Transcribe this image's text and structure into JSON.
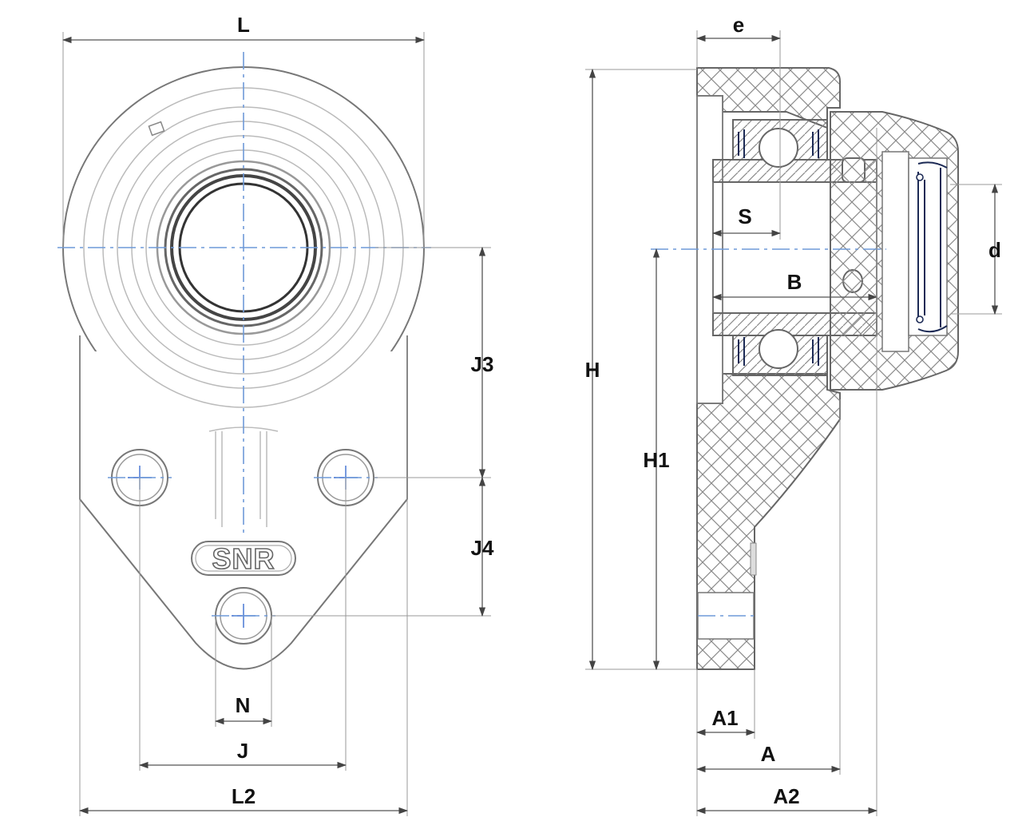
{
  "labels": {
    "L": "L",
    "L2": "L2",
    "J": "J",
    "N": "N",
    "J3": "J3",
    "J4": "J4",
    "e": "e",
    "H": "H",
    "H1": "H1",
    "S": "S",
    "B": "B",
    "d": "d",
    "A": "A",
    "A1": "A1",
    "A2": "A2"
  },
  "brand": "SNR",
  "colors": {
    "centerline": "#6f9ad8",
    "hole_cross": "#3d6fd0",
    "dimension": "#555555",
    "seal": "#1c2a55"
  }
}
